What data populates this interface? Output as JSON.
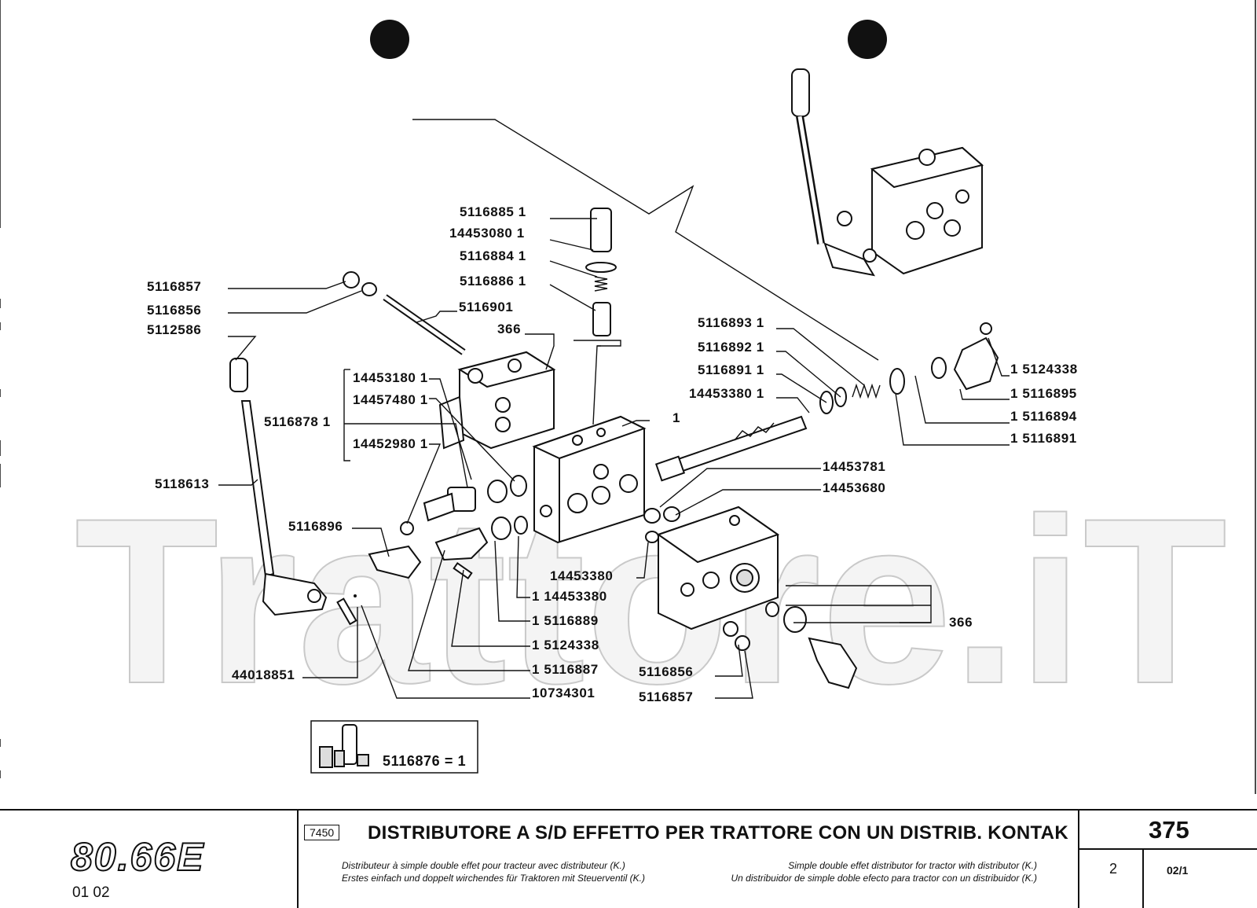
{
  "watermark": "Trattore.iT",
  "callouts": {
    "p5116885": "5116885 1",
    "p14453080": "14453080 1",
    "p5116884": "5116884 1",
    "p5116886": "5116886 1",
    "p5116857a": "5116857",
    "p5116856a": "5116856",
    "p5112586": "5112586",
    "p5116901": "5116901",
    "p366a": "366",
    "p14453180": "14453180 1",
    "p14457480": "14457480 1",
    "p5116878": "5116878 1",
    "p14452980": "14452980 1",
    "p5118613": "5118613",
    "p5116896": "5116896",
    "p1": "1",
    "p5116893": "5116893 1",
    "p5116892": "5116892 1",
    "p5116891a": "5116891 1",
    "p14453380a": "14453380 1",
    "p5124338a": "1 5124338",
    "p5116895": "1 5116895",
    "p5116894": "1 5116894",
    "p5116891b": "1 5116891",
    "p14453781": "14453781",
    "p14453680": "14453680",
    "p14453380b": "14453380",
    "p14453380c": "1  14453380",
    "p5116889": "1  5116889",
    "p5124338b": "1 5124338",
    "p5116887": "1  5116887",
    "p10734301": "10734301",
    "p44018851": "44018851",
    "p5116856b": "5116856",
    "p5116857b": "5116857",
    "p366b": "366"
  },
  "kit_box": {
    "label": "5116876 = 1"
  },
  "title_block": {
    "model": "80.66E",
    "sequence": "01  02",
    "code": "7450",
    "title_it": "DISTRIBUTORE A S/D EFFETTO PER TRATTORE CON UN DISTRIB. KONTAK",
    "subtitle_fr": "Distributeur à simple double effet pour tracteur avec distributeur (K.)",
    "subtitle_de": "Erstes einfach und doppelt wirchendes für Traktoren mit Steuerventil (K.)",
    "subtitle_en": "Simple double effet distributor for tractor with distributor (K.)",
    "subtitle_es": "Un distribuidor de simple doble efecto para tractor con un distribuidor (K.)",
    "page": "375",
    "sheet": "2",
    "revision": "02/1"
  }
}
